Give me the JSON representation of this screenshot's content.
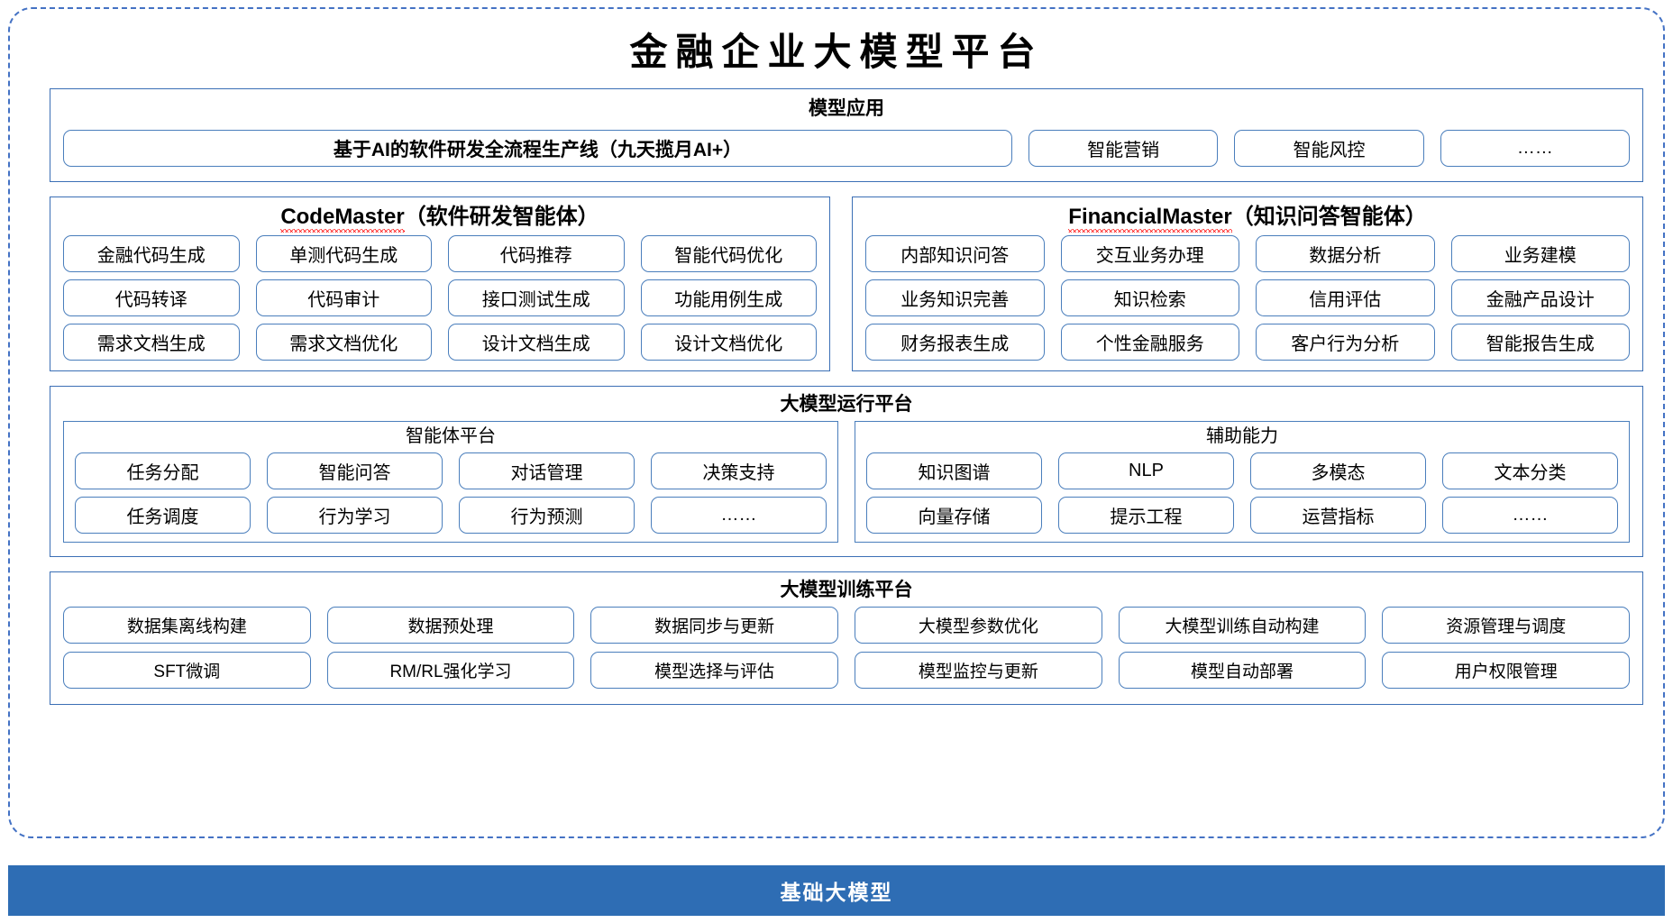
{
  "page": {
    "title": "金融企业大模型平台"
  },
  "model_application": {
    "title": "模型应用",
    "primary": "基于AI的软件研发全流程生产线（九天揽月AI+）",
    "items": [
      "智能营销",
      "智能风控",
      "……"
    ]
  },
  "code_master": {
    "name_en": "CodeMaster",
    "name_cn": "（软件研发智能体）",
    "spellcheck_underline": true,
    "rows": [
      [
        "金融代码生成",
        "单测代码生成",
        "代码推荐",
        "智能代码优化"
      ],
      [
        "代码转译",
        "代码审计",
        "接口测试生成",
        "功能用例生成"
      ],
      [
        "需求文档生成",
        "需求文档优化",
        "设计文档生成",
        "设计文档优化"
      ]
    ]
  },
  "financial_master": {
    "name_en": "FinancialMaster",
    "name_cn": "（知识问答智能体）",
    "spellcheck_underline": true,
    "rows": [
      [
        "内部知识问答",
        "交互业务办理",
        "数据分析",
        "业务建模"
      ],
      [
        "业务知识完善",
        "知识检索",
        "信用评估",
        "金融产品设计"
      ],
      [
        "财务报表生成",
        "个性金融服务",
        "客户行为分析",
        "智能报告生成"
      ]
    ]
  },
  "runtime_platform": {
    "title": "大模型运行平台",
    "agent_platform": {
      "title": "智能体平台",
      "rows": [
        [
          "任务分配",
          "智能问答",
          "对话管理",
          "决策支持"
        ],
        [
          "任务调度",
          "行为学习",
          "行为预测",
          "……"
        ]
      ]
    },
    "assist_capability": {
      "title": "辅助能力",
      "rows": [
        [
          "知识图谱",
          "NLP",
          "多模态",
          "文本分类"
        ],
        [
          "向量存储",
          "提示工程",
          "运营指标",
          "……"
        ]
      ]
    }
  },
  "training_platform": {
    "title": "大模型训练平台",
    "rows": [
      [
        "数据集离线构建",
        "数据预处理",
        "数据同步与更新",
        "大模型参数优化",
        "大模型训练自动构建",
        "资源管理与调度"
      ],
      [
        "SFT微调",
        "RM/RL强化学习",
        "模型选择与评估",
        "模型监控与更新",
        "模型自动部署",
        "用户权限管理"
      ]
    ]
  },
  "base_model": {
    "label": "基础大模型"
  },
  "colors": {
    "frame_border": "#4472C4",
    "panel_border": "#3B6FB5",
    "chip_border": "#4A7EBC",
    "base_bar_bg": "#2E6DB4",
    "spellcheck": "#FF0000"
  }
}
